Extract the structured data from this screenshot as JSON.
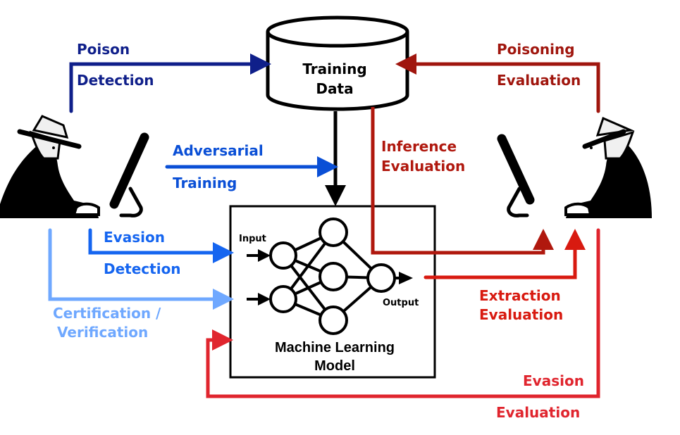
{
  "training_data": {
    "line1": "Training",
    "line2": "Data"
  },
  "model": {
    "line1": "Machine Learning",
    "line2": "Model",
    "input_label": "Input",
    "output_label": "Output"
  },
  "defender_flows": [
    {
      "id": "poison-detection",
      "line1": "Poison",
      "line2": "Detection",
      "color": "#0f1f8a"
    },
    {
      "id": "adversarial-training",
      "line1": "Adversarial",
      "line2": "Training",
      "color": "#0a4fd6"
    },
    {
      "id": "evasion-detection",
      "line1": "Evasion",
      "line2": "Detection",
      "color": "#1565f0"
    },
    {
      "id": "certification-verification",
      "line1": "Certification /",
      "line2": "Verification",
      "color": "#6fa8ff"
    }
  ],
  "attacker_flows": [
    {
      "id": "poisoning-evaluation",
      "line1": "Poisoning",
      "line2": "Evaluation",
      "color": "#a0160e"
    },
    {
      "id": "inference-evaluation",
      "line1": "Inference",
      "line2": "Evaluation",
      "color": "#b0180e"
    },
    {
      "id": "extraction-evaluation",
      "line1": "Extraction",
      "line2": "Evaluation",
      "color": "#d81a10"
    },
    {
      "id": "evasion-evaluation",
      "line1": "Evasion",
      "line2": "Evaluation",
      "color": "#e0252e"
    }
  ],
  "actors": [
    {
      "id": "defender",
      "icon": "hacker-at-computer-icon"
    },
    {
      "id": "attacker",
      "icon": "hacker-at-computer-icon"
    }
  ]
}
